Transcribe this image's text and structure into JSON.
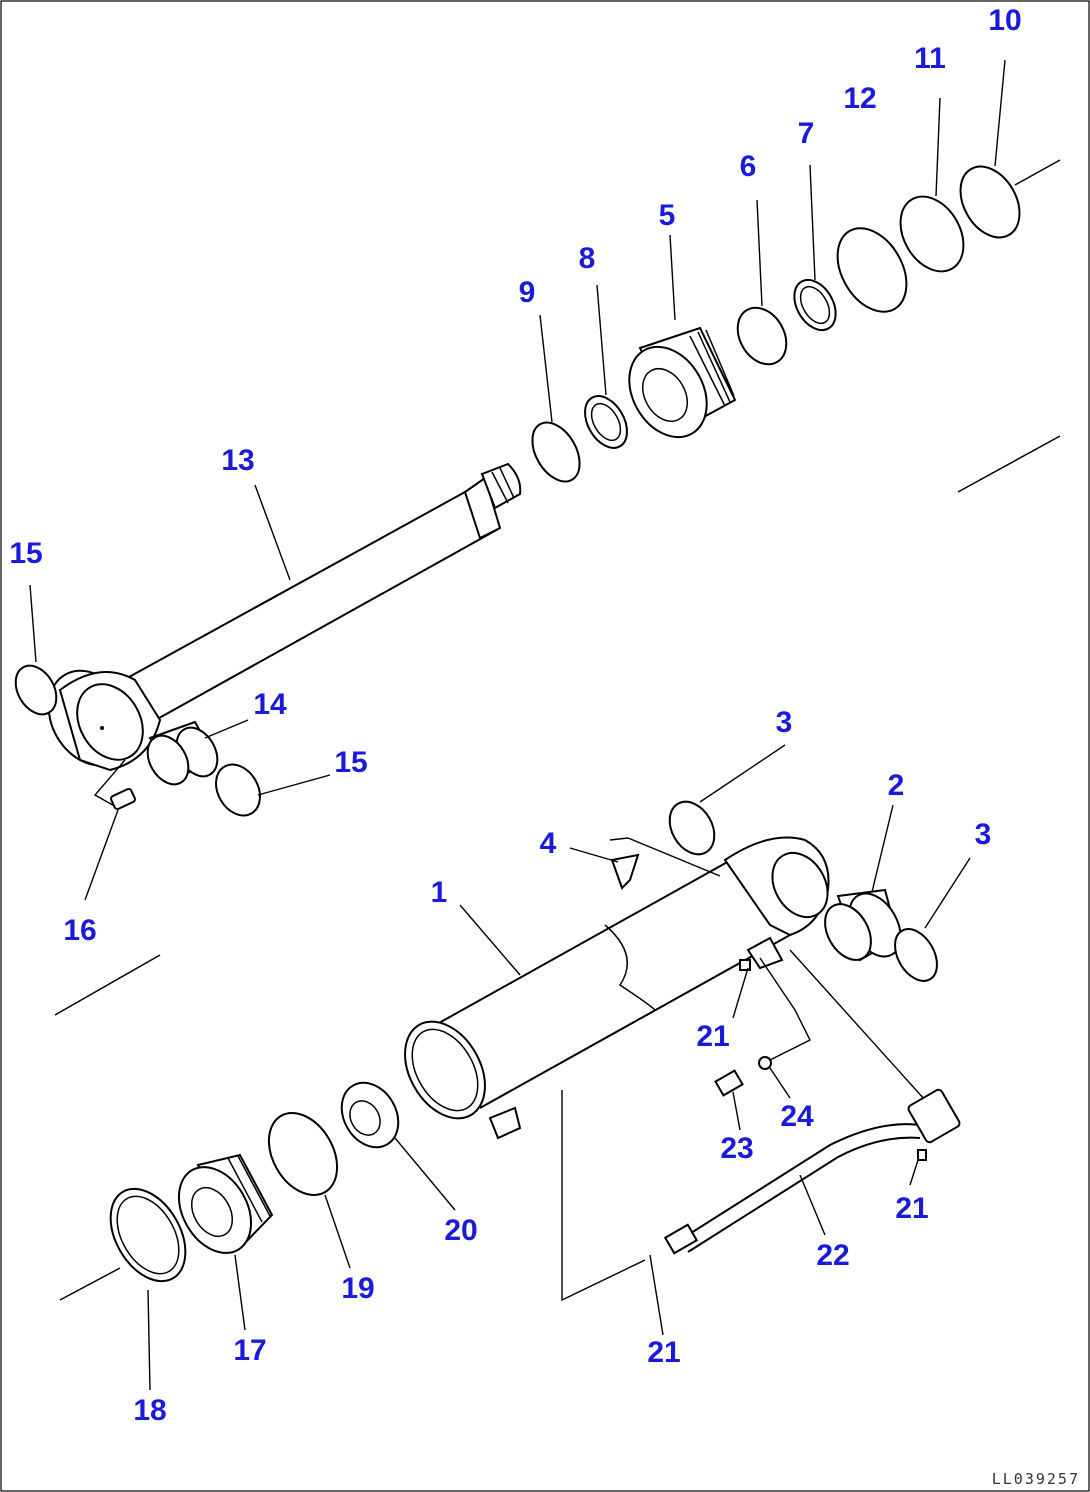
{
  "figure_id": "LL039257",
  "colors": {
    "callout": "#1a1adc",
    "line": "#000000",
    "background": "#ffffff"
  },
  "callouts": {
    "c1": "1",
    "c2": "2",
    "c3a": "3",
    "c3b": "3",
    "c4": "4",
    "c5": "5",
    "c6": "6",
    "c7": "7",
    "c8": "8",
    "c9": "9",
    "c10": "10",
    "c11": "11",
    "c12": "12",
    "c13": "13",
    "c14": "14",
    "c15a": "15",
    "c15b": "15",
    "c16": "16",
    "c17": "17",
    "c18": "18",
    "c19": "19",
    "c20": "20",
    "c21a": "21",
    "c21b": "21",
    "c21c": "21",
    "c22": "22",
    "c23": "23",
    "c24": "24"
  }
}
